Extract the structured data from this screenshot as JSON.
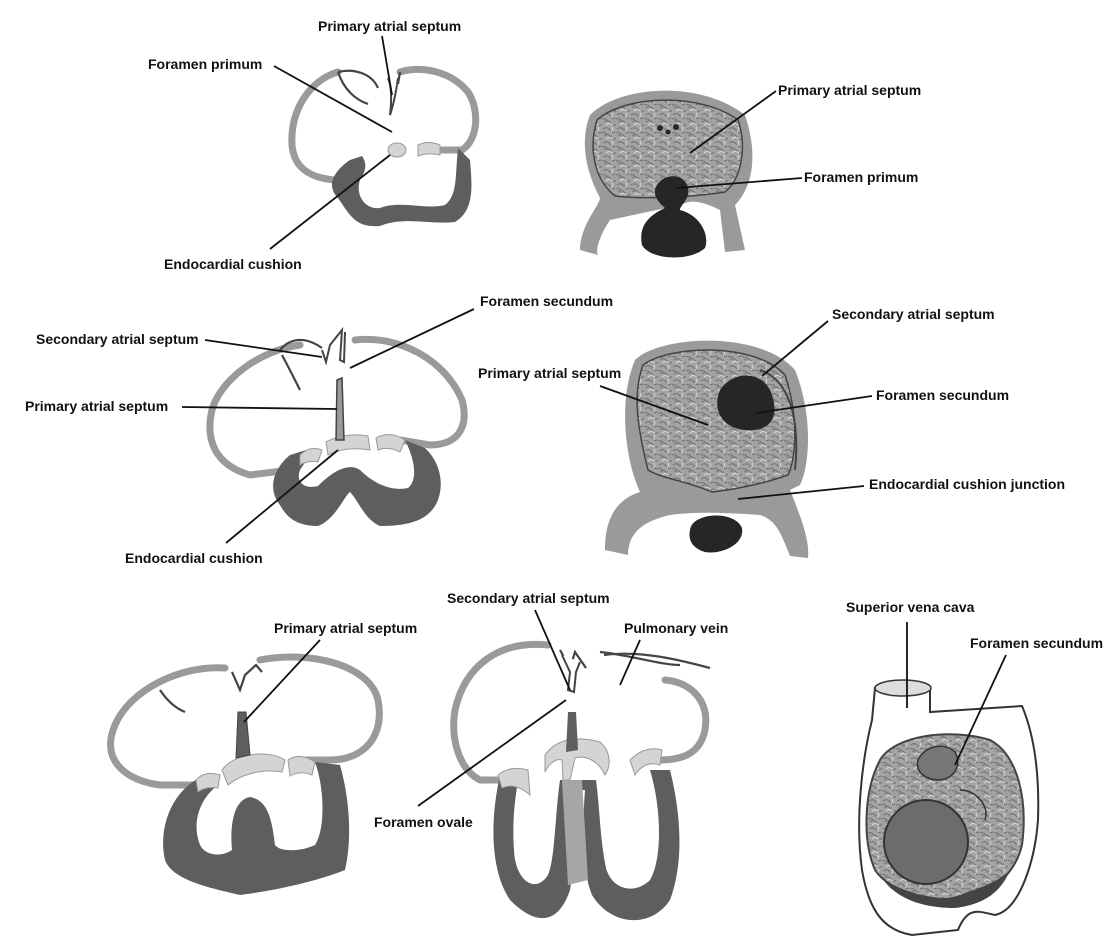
{
  "labels": {
    "p1_primary_atrial_septum": "Primary atrial septum",
    "p1_foramen_primum": "Foramen primum",
    "p1_endocardial_cushion": "Endocardial cushion",
    "p2_primary_atrial_septum": "Primary atrial septum",
    "p2_foramen_primum": "Foramen primum",
    "p3_foramen_secundum": "Foramen secundum",
    "p3_secondary_atrial_septum": "Secondary atrial septum",
    "p3_primary_atrial_septum": "Primary atrial septum",
    "p3_endocardial_cushion": "Endocardial cushion",
    "p4_secondary_atrial_septum": "Secondary atrial septum",
    "p4_primary_atrial_septum": "Primary atrial septum",
    "p4_foramen_secundum": "Foramen secundum",
    "p4_endocardial_cushion_junction": "Endocardial cushion junction",
    "p5_primary_atrial_septum": "Primary atrial septum",
    "p6_secondary_atrial_septum": "Secondary atrial septum",
    "p6_pulmonary_vein": "Pulmonary vein",
    "p6_foramen_ovale": "Foramen ovale",
    "p7_superior_vena_cava": "Superior vena cava",
    "p7_foramen_secundum": "Foramen secundum"
  },
  "colors": {
    "dark_wall": "#5e5e5e",
    "light_wall": "#a6a6a6",
    "cushion": "#d4d4d4",
    "septum_texture": "#9c9c9c",
    "opening_fill": "#262626"
  }
}
